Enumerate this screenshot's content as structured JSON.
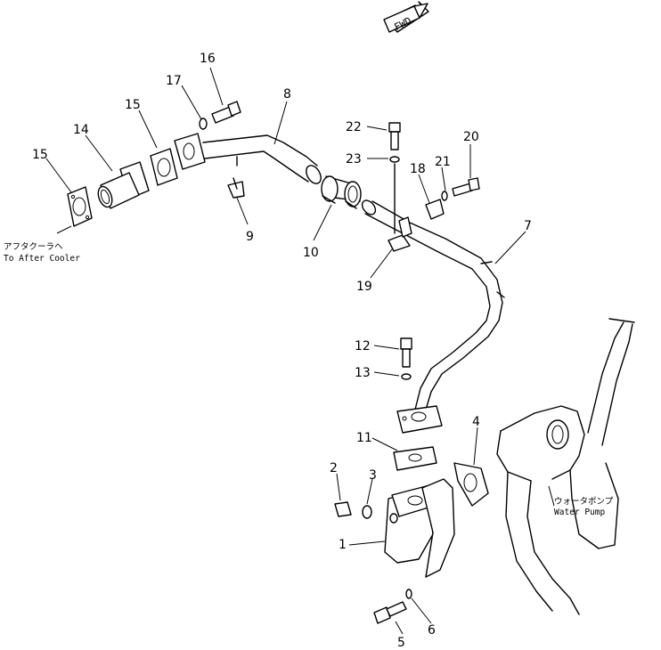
{
  "fwd_label": "FWD",
  "callouts": {
    "p1": "1",
    "p2": "2",
    "p3": "3",
    "p4": "4",
    "p5": "5",
    "p6": "6",
    "p7": "7",
    "p8": "8",
    "p9": "9",
    "p10": "10",
    "p11": "11",
    "p12": "12",
    "p13": "13",
    "p14": "14",
    "p15a": "15",
    "p15b": "15",
    "p16": "16",
    "p17": "17",
    "p18": "18",
    "p19": "19",
    "p20": "20",
    "p21": "21",
    "p22": "22",
    "p23": "23"
  },
  "notes": {
    "after_cooler_jp": "アフタクーラヘ",
    "after_cooler_en": "To After Cooler",
    "water_pump_jp": "ウォータポンプ",
    "water_pump_en": "Water Pump"
  }
}
